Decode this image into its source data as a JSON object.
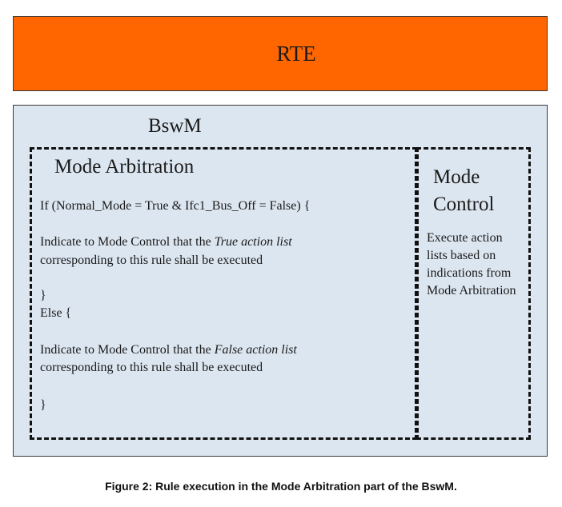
{
  "rte": {
    "label": "RTE",
    "fill_color": "#ff6600"
  },
  "bswm": {
    "label": "BswM",
    "fill_color": "#dce6f0"
  },
  "mode_arbitration": {
    "title": "Mode Arbitration",
    "if_line": "If (Normal_Mode = True & Ifc1_Bus_Off = False) {",
    "true_line1_prefix": "Indicate to Mode Control that the ",
    "true_line1_emph": "True action list",
    "true_line2": "corresponding to this rule shall be executed",
    "close_brace_1": "}",
    "else_line": "Else {",
    "false_line1_prefix": "Indicate to Mode Control that the ",
    "false_line1_emph": "False action list",
    "false_line2": "corresponding to this rule shall be executed",
    "close_brace_2": "}"
  },
  "mode_control": {
    "title_line1": "Mode",
    "title_line2": "Control",
    "description": "Execute action lists based on indications from Mode Arbitration"
  },
  "caption": "Figure 2: Rule execution in the Mode Arbitration part of the BswM."
}
